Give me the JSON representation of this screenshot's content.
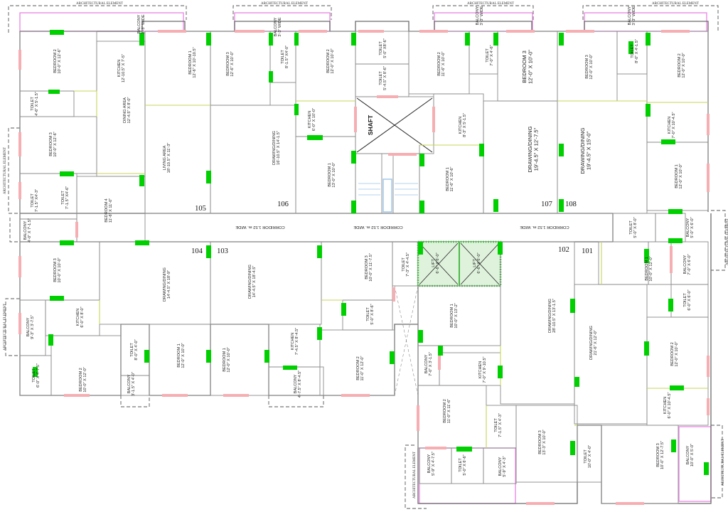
{
  "units": [
    "105",
    "106",
    "107",
    "108",
    "104",
    "103",
    "102",
    "101"
  ],
  "corridor_labels": [
    "CORRIDOR 1.52 m. WIDE",
    "CORRIDOR 1.52 m. WIDE",
    "CORRIDOR 1.52 m. WIDE"
  ],
  "shaft_label": "SHAFT",
  "architectural_element": "ARCHITECTURAL ELEMENT",
  "rooms": {
    "top_bedroom2_a": "BEDROOM 2\n10'-0\" X 12'-6\"",
    "top_kitchen_a": "KITCHEN\n12'-10.5\" X 7'-5\"",
    "top_dining_area": "DINING AREA\n12'-4.5\" X 8'-0\"",
    "top_toilet_a": "TOILET\n4'-6\" X 5'-1.5\"",
    "top_bedroom3_a": "BEDROOM 3\n10'-0\" X 12'-6\"",
    "top_living_area": "LIVING AREA\n18'-10.5\" X 11'-3\"",
    "top_toilet_b": "TOILET\n7'-1.5\" X4'-3\"",
    "top_toilet_c": "TOILET\n7'-1.5\" X4'-6\"",
    "top_bedroom4": "BEDROOM 4\n11'-6\" X 11'-0\"",
    "top_balcony_a": "BALCONY\n4'-0\" X 7'-1.5\"",
    "top_bedroom1_a": "BEDROOM 1\n12'-6\" X 10'-10.5\"",
    "top_bedroom3_b": "BEDROOM 3\n12'-6\" X 10'-0\"",
    "top_toilet_d": "TOILET\n8'-1.5\" X4'-0\"",
    "top_drawing_dining_a": "DRAWING/DINING\n16'-10.5\" X 14'-1.5\"",
    "top_bedroom2_b": "BEDROOM 2\n12'-0\" X 10'-0\"",
    "top_kitchen_b": "KITCHEN\n6'-0\" X 10'-0\"",
    "top_bedroom1_b": "BEDROOM 1\n13'-0\" X 10'-0\"",
    "top_toilet_e": "TOILET\n5'-0\" X8'-6\"",
    "top_toilet_f": "TOILET\n5'-4.5\" X 8'-6\"",
    "top_bedroom2_c": "BEDROOM 2\n11'-6\" X 10'-0\"",
    "top_toilet_g": "TOILET\n7'-0\" X 4'-6\"",
    "top_kitchen_c": "KITCHEN\n8'-3\" X 5'-1.5\"",
    "top_bedroom1_c": "BEDROOM 1\n11'-6\" X 10'-6\"",
    "top_bedroom3_c": "BEDROOM 3\n12'-0\" X 10'-0\"",
    "top_drawing_dining_b": "DRAWING/DINING\n19'-4.5\" X 12'-7.5\"",
    "top_bedroom3_d": "BEDROOM 3\n12'-0\" X 10'-0\"",
    "top_drawing_dining_c": "DRAWING/DINING\n19'-4.5\" X 15'-0\"",
    "top_toilet_h": "TOILET\n8'-0\" X 4'-1.5\"",
    "top_bedroom2_d": "BEDROOM 2\n12'-0\" X 10'-0\"",
    "top_kitchen_d": "KITCHEN\n7'-0\" X 10'-4.5\"",
    "top_bedroom1_d": "BEDROOM 1\n12'-0\" X 10'-0\"",
    "balcony_top_1": "BALCONY\n3'-3\" WIDE",
    "balcony_top_2": "BALCONY\n3'-3\" WIDE",
    "balcony_top_3": "BALCONY\n3'-3\" WIDE",
    "balcony_top_4": "BALCONY\n3'-3\" WIDE",
    "right_toilet_a": "TOILET\n5'-0\" X 8'-0\"",
    "right_balcony_a": "BALCONY\n5'-0\" X 6'-0\"",
    "bot_bedroom3_a": "BEDROOM 3\n10'-0\" X 10'-0\"",
    "bot_drawing_dining_a": "DRAWING/DINING\n14'-4.5\" X 18'-9\"",
    "bot_balcony_a": "BALCONY\n9'-3\" X 3'-7.5\"",
    "bot_kitchen_a": "KITCHEN\n6'-0\" X 8'-0\"",
    "bot_toilet_a": "TOILET\n6'-0\" X 4'-7.5\"",
    "bot_bedroom2_a": "BEDROOM 2\n10'-0\" X 12'-0\"",
    "bot_toilet_b": "TOILET\n8'-0\" X 4'-0\"",
    "bot_balcony_b": "BALCONY\n3'-1.5\" X 4'-0\"",
    "bot_bedroom1_a": "BEDROOM 1\n12'-0\" X 10'-0\"",
    "bot_drawing_dining_b": "DRAWING/DINING\n14'-4.5\" X 18'-4.5\"",
    "bot_bedroom1_b": "BEDROOM 1\n12'-0\" X 10'-0\"",
    "bot_kitchen_b": "KITCHEN\n7'-4.5\" X 8'-4.5\"",
    "bot_balcony_c": "BALCONY\n4'-7.5\" X 8'-4.5\"",
    "bot_bedroom3_b": "BEDROOM 3\n10'-0\" X 11'-7.5\"",
    "bot_toilet_c": "TOILET\n7'-3\" X 4'-4.5\"",
    "bot_toilet_d": "TOILET\n5'-0\" X 8'-6\"",
    "bot_bedroom2_b": "BEDROOM 2\n11'-0\" X 12'-0\"",
    "lift_a": "LIFT\n6'-6\" X 6'-0\"",
    "lift_b": "LIFT\n6'-6\" X 6'-0\"",
    "bot_bedroom1_c": "BEDROOM 1\n10'-0\" X 13'-2\"",
    "bot_balcony_d": "BALCONY\n7'-0\" X 3'-1.5\"",
    "bot_kitchen_c": "KITCHEN\n7'-0\" X 9'-10.5\"",
    "bot_drawing_dining_c": "DRAWING/DINING\n28'-10.5\" X 13'-1.5\"",
    "bot_drawing_dining_d": "DRAWING/DINING\n21'-6\" X 12'-0\"",
    "bot_bedroom1_d": "BEDROOM 1\n10'-0\" X 12'-0\"",
    "bot_balcony_e": "BALCONY\n7'-0\" X 6'-0\"",
    "bot_toilet_e": "TOILET\n6'-0\" X 6'-0\"",
    "bot_bedroom2_c": "BEDROOM 2\n12'-0\" X 10'-0\"",
    "bot_kitchen_d": "KITCHEN\n6'-0\" X 10'-4.5\"",
    "bot_bedroom2_d": "BEDROOM 2\n11'-0\" X 11'-6\"",
    "bot_toilet_f": "TOILET\n7'-1.5\" X 4'-3\"",
    "bot_bedroom3_c": "BEDROOM 3\n13'-3\" X 10'-0\"",
    "bot_toilet_g": "TOILET\n10'-0\" X 4'-0\"",
    "bot_bedroom3_d": "BEDROOM 3\n10'-0\" X 12'-7.5\"",
    "bot_balcony_f": "BALCONY\n10'-0\" X 5'-0\"",
    "bot_balcony_g": "BALCONY\n5'-9\" X 4'-7.5\"",
    "bot_toilet_h": "TOILET\n5'-0\" X 6'-6\"",
    "bot_balcony_h": "BALCONY\n5'-9\" X 4'-3\""
  }
}
